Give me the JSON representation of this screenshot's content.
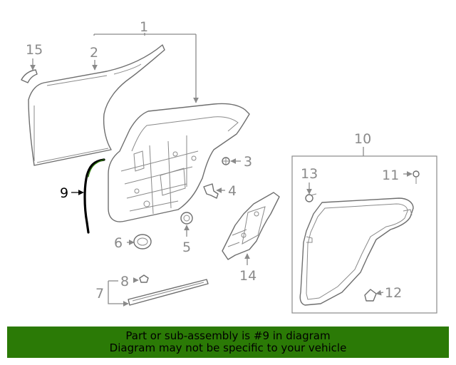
{
  "callouts": {
    "c1": "1",
    "c2": "2",
    "c3": "3",
    "c4": "4",
    "c5": "5",
    "c6": "6",
    "c7": "7",
    "c8": "8",
    "c9": "9",
    "c10": "10",
    "c11": "11",
    "c12": "12",
    "c13": "13",
    "c14": "14",
    "c15": "15"
  },
  "highlighted_part": "9",
  "colors": {
    "line": "#6e6e6e",
    "label": "#8a8a8a",
    "highlight": "#000000",
    "banner": "#2b7a06"
  },
  "banner": {
    "line1": "Part or sub-assembly is #9 in diagram",
    "line2": "Diagram may not be specific to your vehicle"
  }
}
